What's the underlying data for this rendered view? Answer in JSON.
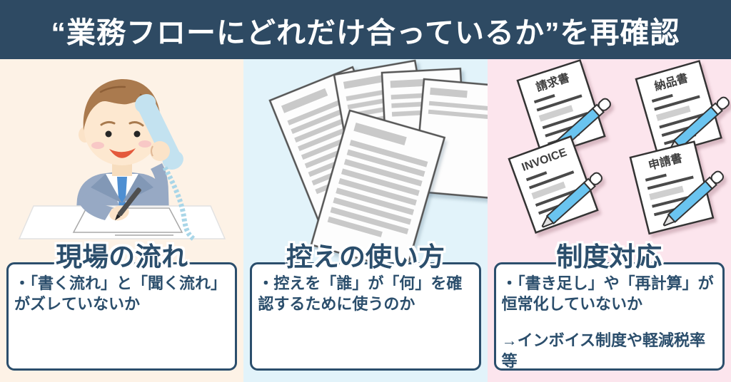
{
  "header": {
    "title": "“業務フローにどれだけ合っているか”を再確認"
  },
  "columns": {
    "field": {
      "heading": "現場の流れ",
      "body": "・「書く流れ」と「聞く流れ」がズレていないか"
    },
    "copies": {
      "heading": "控えの使い方",
      "body": "・控えを「誰」が「何」を確認するために使うのか"
    },
    "system": {
      "heading": "制度対応",
      "body": "・「書き足し」や「再計算」が恒常化していないか",
      "note": "→インボイス制度や軽減税率等"
    }
  },
  "documents": {
    "invoice_jp": "請求書",
    "delivery_slip": "納品書",
    "invoice_en": "INVOICE",
    "application": "申請書"
  },
  "colors": {
    "header_bg": "#2e4a63",
    "navy_text": "#2b4e6c",
    "field_bg": "#fdf2e6",
    "copies_bg": "#e2f3fa",
    "system_bg": "#fce5ed",
    "pen_blue": "#6ac4f0"
  }
}
